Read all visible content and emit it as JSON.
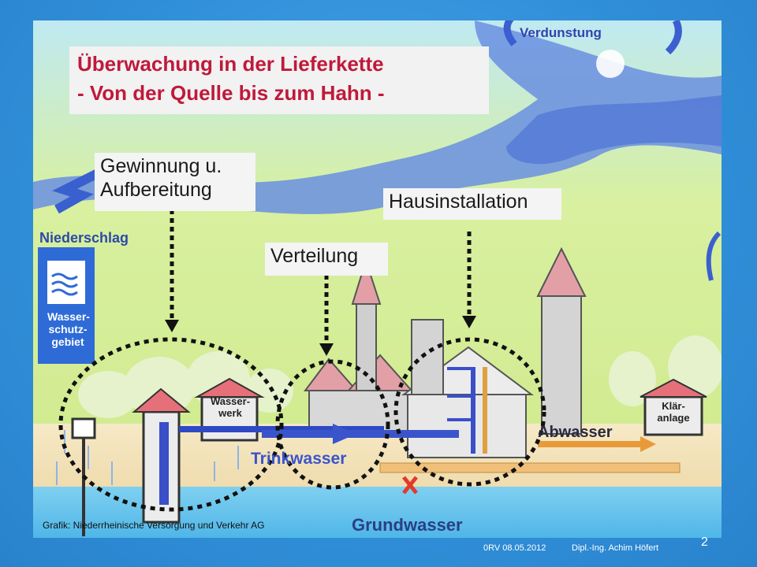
{
  "title": {
    "line1": "Überwachung in der Lieferkette",
    "line2": "- Von der Quelle bis zum Hahn -"
  },
  "callouts": {
    "gewinnung_line1": "Gewinnung u.",
    "gewinnung_line2": "Aufbereitung",
    "verteilung": "Verteilung",
    "hausinstallation": "Hausinstallation"
  },
  "diagram_labels": {
    "verdunstung": "Verdunstung",
    "niederschlag": "Niederschlag",
    "wasserschutz_line1": "Wasser-",
    "wasserschutz_line2": "schutz-",
    "wasserschutz_line3": "gebiet",
    "wasserwerk_line1": "Wasser-",
    "wasserwerk_line2": "werk",
    "trinkwasser": "Trinkwasser",
    "abwasser": "Abwasser",
    "klaeranlage_line1": "Klär-",
    "klaeranlage_line2": "anlage",
    "grundwasser": "Grundwasser"
  },
  "credit": "Grafik: Niederrheinische Versorgung und Verkehr AG",
  "footer": {
    "date": "0RV 08.05.2012",
    "author": "Dipl.-Ing. Achim Höfert",
    "page": "2"
  },
  "colors": {
    "slide_background": "#2f8fd8",
    "title_text": "#c0193a",
    "water_blue": "#3a4fc8",
    "sky_green": "#c9ec7a",
    "dotted_marker": "#111111"
  }
}
